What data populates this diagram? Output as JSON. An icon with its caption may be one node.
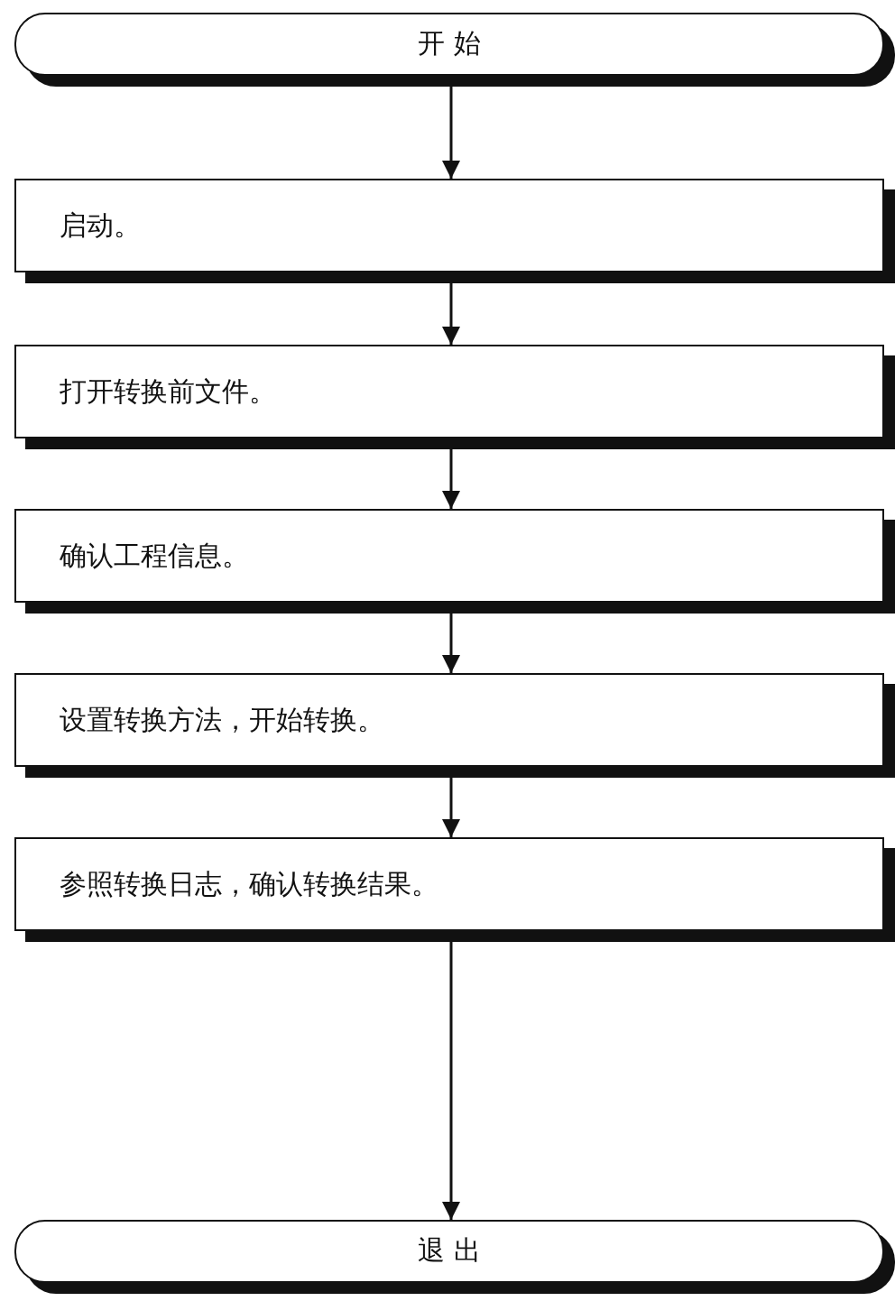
{
  "diagram": {
    "nodes": [
      {
        "text": [
          "开 始"
        ]
      },
      {
        "text": [
          "启动。"
        ]
      },
      {
        "text": [
          "打开转换前文件。"
        ]
      },
      {
        "text": [
          "确认工程信息。"
        ]
      },
      {
        "text": [
          "设置转换方法，开始转换。"
        ]
      },
      {
        "text": [
          "参照转换日志，确认转换结果。"
        ]
      },
      {
        "text": [
          "退 出"
        ]
      }
    ],
    "edges": [
      {
        "from": 0,
        "to": 1,
        "arrow": "to"
      },
      {
        "from": 1,
        "to": 2,
        "arrow": "to"
      },
      {
        "from": 2,
        "to": 3,
        "arrow": "to"
      },
      {
        "from": 3,
        "to": 4,
        "arrow": "to"
      },
      {
        "from": 4,
        "to": 5,
        "arrow": "to"
      },
      {
        "from": 5,
        "to": 6,
        "arrow": "to"
      }
    ]
  }
}
